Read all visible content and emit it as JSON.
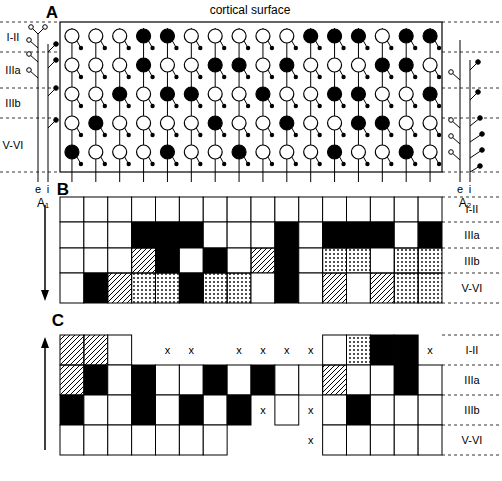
{
  "diagram": {
    "labels": [
      "A",
      "cortical surface",
      "I-II",
      "IIIa",
      "IIIb",
      "V-VI",
      "e",
      "i",
      "A₁",
      "e",
      "i",
      "A₂",
      "B",
      "I-II",
      "IIIa",
      "IIIb",
      "V-VI",
      "C",
      "I-II",
      "IIIa",
      "IIIb",
      "V-VI",
      "x",
      "x",
      "x",
      "x",
      "x",
      "x",
      "x",
      "x",
      "x",
      "x"
    ]
  }
}
